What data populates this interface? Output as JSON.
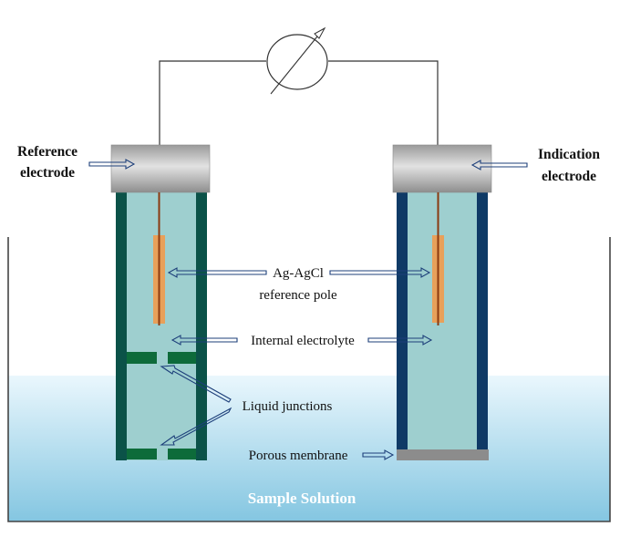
{
  "labels": {
    "reference_electrode_line1": "Reference",
    "reference_electrode_line2": "electrode",
    "indication_electrode_line1": "Indication",
    "indication_electrode_line2": "electrode",
    "ag_agcl_line1": "Ag-AgCl",
    "ag_agcl_line2": "reference pole",
    "internal_electrolyte": "Internal electrolyte",
    "liquid_junctions": "Liquid junctions",
    "porous_membrane": "Porous membrane",
    "sample_solution": "Sample Solution"
  },
  "colors": {
    "reference_wall": "#0b5248",
    "indication_wall": "#0f3a66",
    "electrolyte_fill": "#9ecfcf",
    "cap_gray": "#b9b9b9",
    "pole_orange": "#e8a05a",
    "wire_brown": "#8a3a10",
    "junction_green": "#0d6b3a",
    "membrane_gray": "#8c8c8c",
    "arrow_blue": "#1d3f7a",
    "solution_top": "#e8f6fc",
    "solution_bottom": "#86c7e2"
  },
  "icons": {
    "meter": "meter-with-needle-icon"
  }
}
